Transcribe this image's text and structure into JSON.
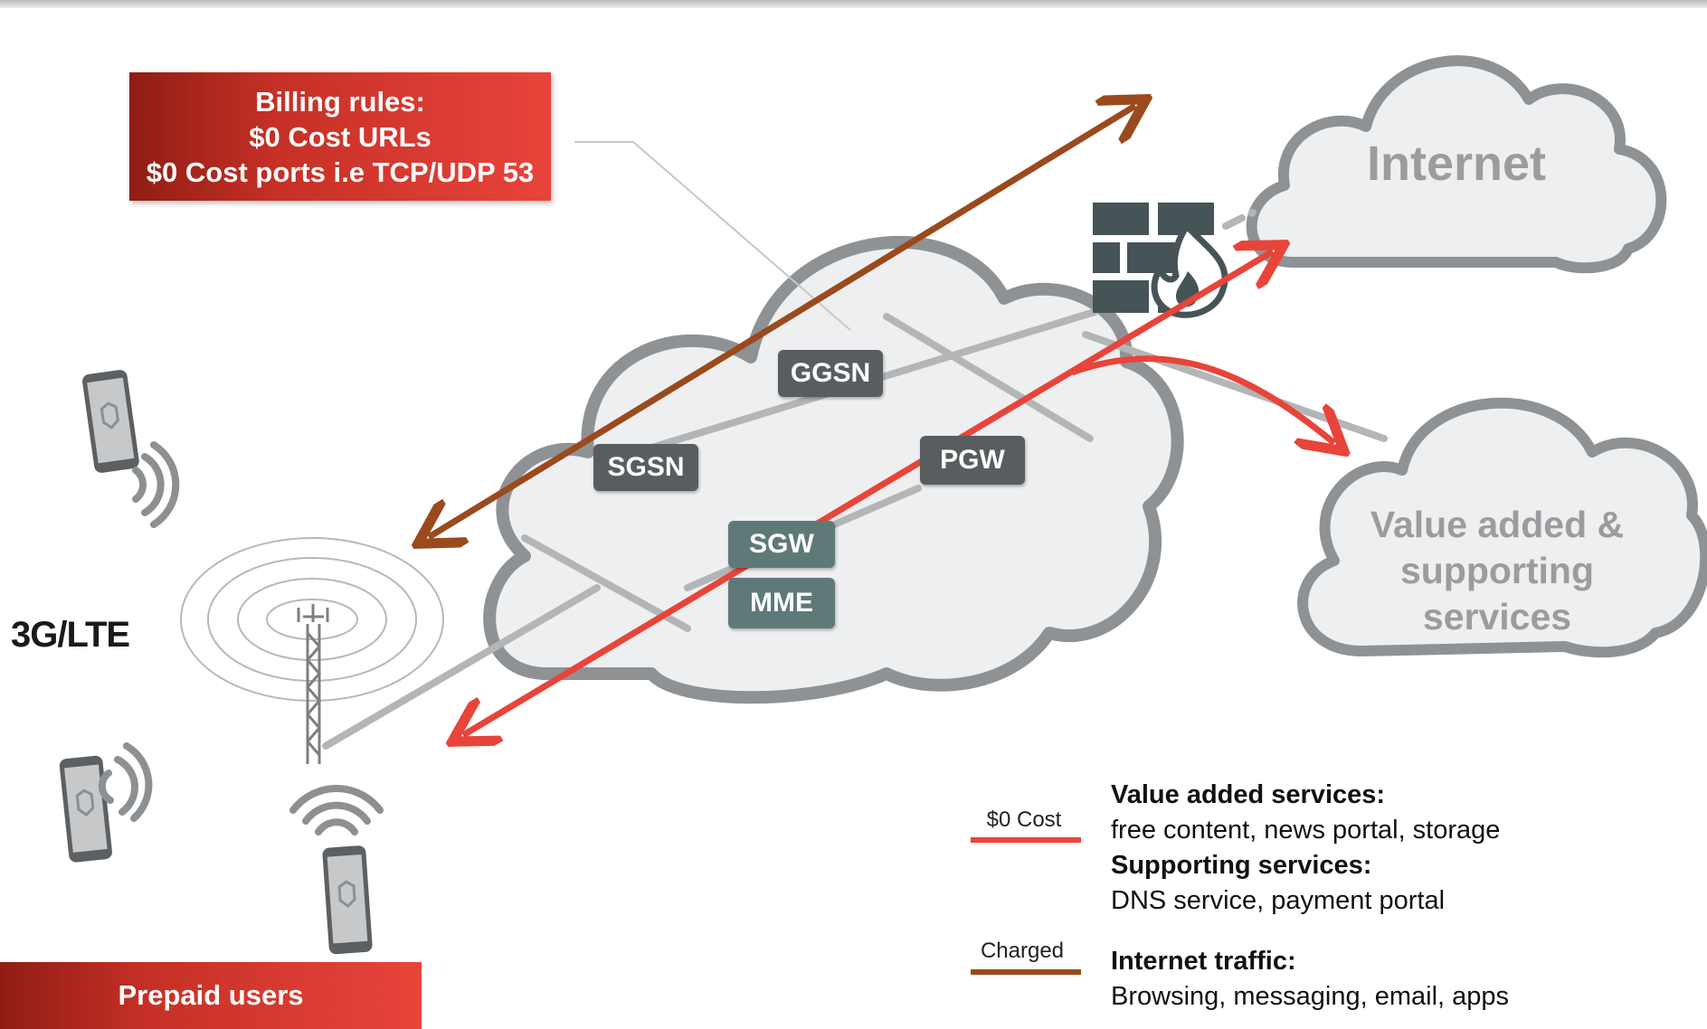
{
  "billing_box": {
    "line1": "Billing rules:",
    "line2": "$0 Cost URLs",
    "line3": "$0 Cost ports i.e TCP/UDP 53"
  },
  "clouds": {
    "internet": "Internet",
    "value_added_line1": "Value added &",
    "value_added_line2": "supporting",
    "value_added_line3": "services"
  },
  "nodes": {
    "ggsn": "GGSN",
    "sgsn": "SGSN",
    "pgw": "PGW",
    "sgw": "SGW",
    "mme": "MME"
  },
  "access_label": "3G/LTE",
  "prepaid_label": "Prepaid users",
  "legend": {
    "free": {
      "key": "$0 Cost",
      "heading1": "Value added services:",
      "text1": "free content, news portal, storage",
      "heading2": "Supporting services:",
      "text2": "DNS service, payment portal"
    },
    "charged": {
      "key": "Charged",
      "heading": "Internet traffic:",
      "text": "Browsing, messaging, email, apps"
    }
  },
  "colors": {
    "free_line": "#e8443a",
    "charged_line": "#9a4a1c",
    "node_dark": "#5a5d5f",
    "node_teal": "#5e7a78",
    "cloud_fill": "#eeeff0",
    "cloud_stroke": "#8f9294",
    "firewall": "#465457"
  },
  "icons": [
    "firewall-icon",
    "fire-icon",
    "cell-tower-icon",
    "smartphone-icon",
    "signal-waves-icon"
  ]
}
